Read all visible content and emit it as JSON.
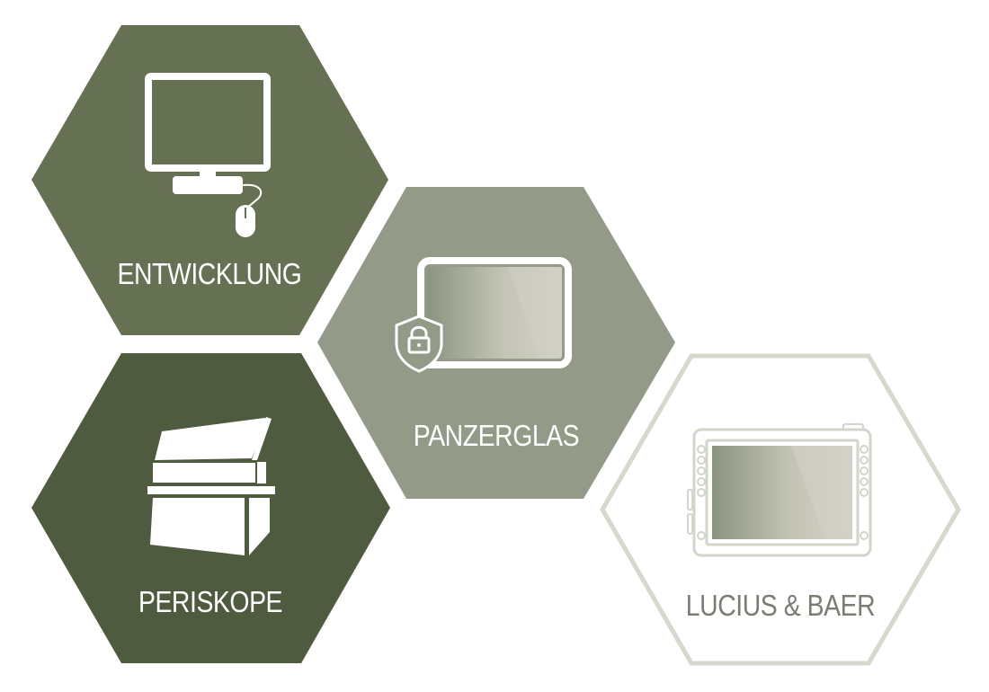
{
  "colors": {
    "background": "#ffffff",
    "entwicklung_fill": "#667154",
    "periskope_fill": "#4f5b3e",
    "panzerglas_fill": "#939b88",
    "lucius_stroke": "#d6d8cd",
    "lucius_text": "#7a7d72",
    "icon_white": "#ffffff",
    "screen_light": "#cfcfc2",
    "screen_dark": "#8b9480"
  },
  "tiles": {
    "entwicklung": {
      "label": "ENTWICKLUNG",
      "icon": "computer-monitor-icon"
    },
    "panzerglas": {
      "label": "PANZERGLAS",
      "icon": "armored-glass-tablet-icon"
    },
    "periskope": {
      "label": "PERISKOPE",
      "icon": "periscope-icon"
    },
    "lucius_baer": {
      "label": "LUCIUS & BAER",
      "icon": "rugged-tablet-icon"
    }
  }
}
